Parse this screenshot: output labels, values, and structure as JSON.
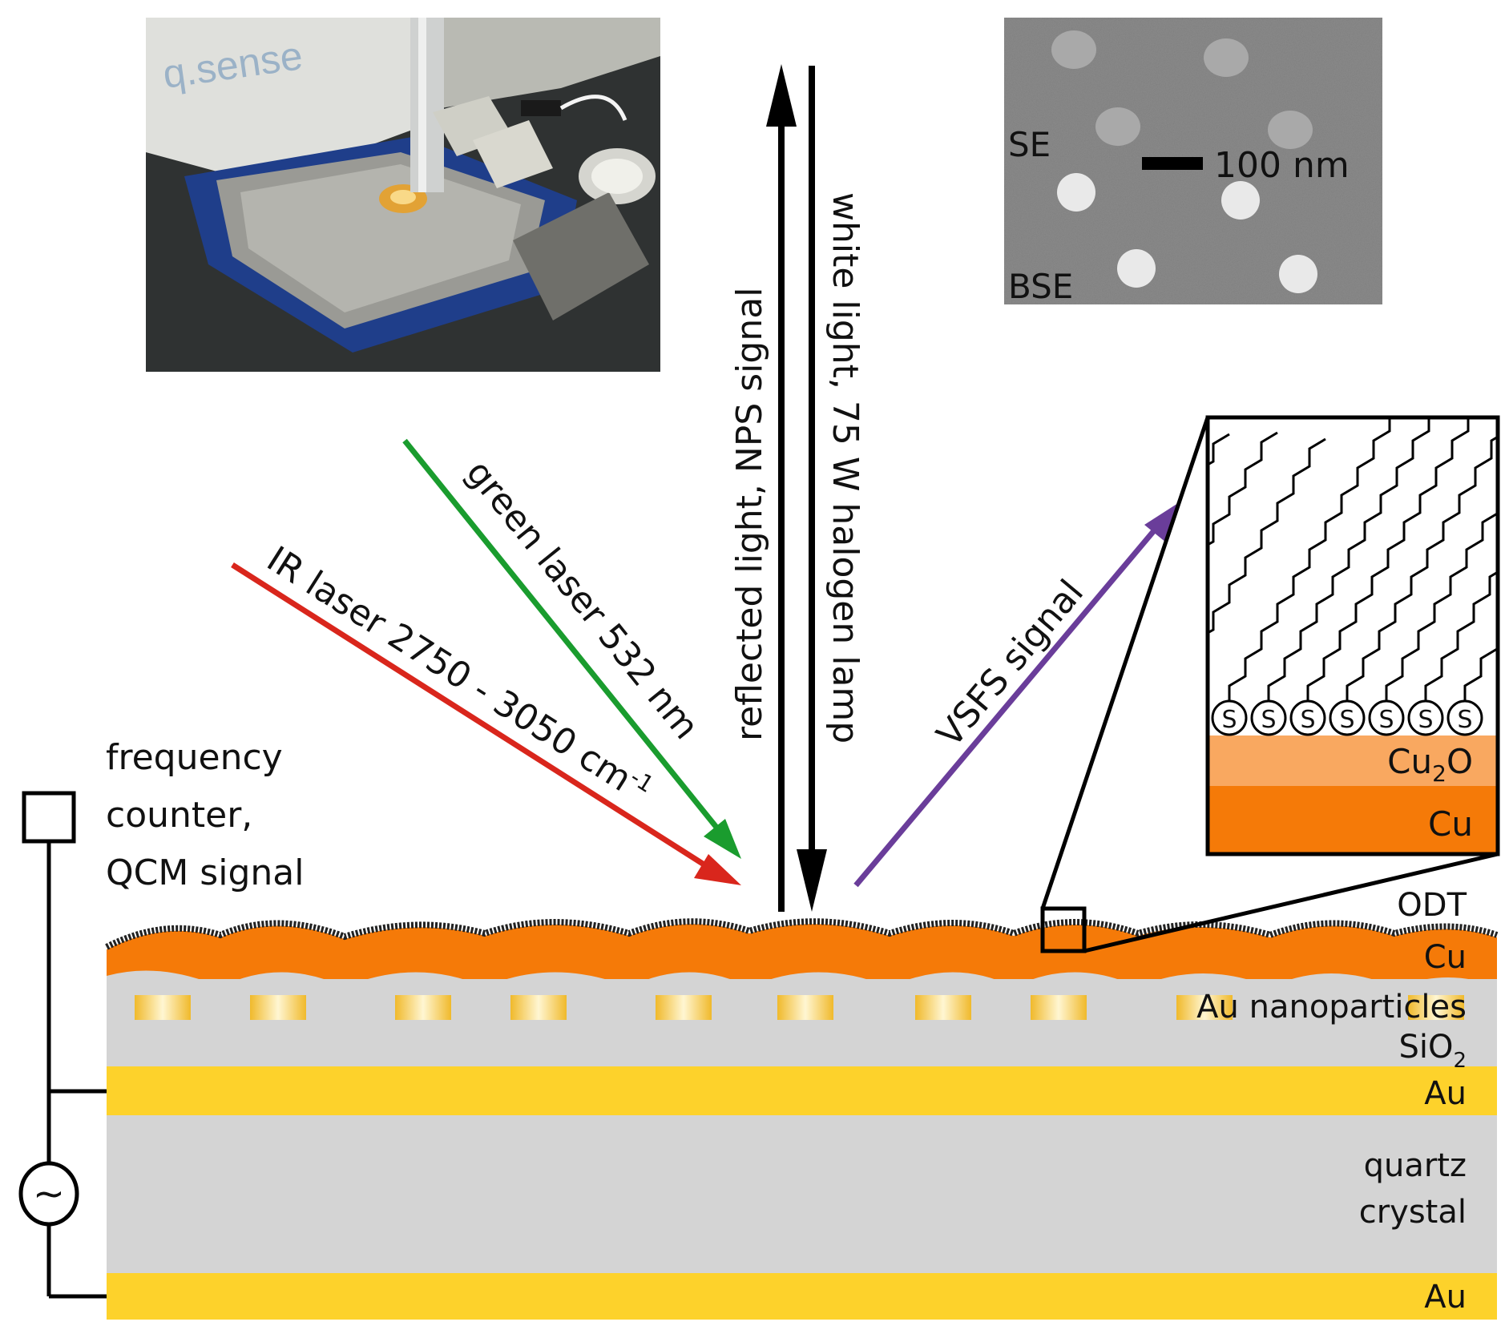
{
  "photo": {
    "brand_text": "q.sense"
  },
  "sem_inset": {
    "label_top": "SE",
    "label_bottom": "BSE",
    "scale_bar_label": "100 nm"
  },
  "beams": {
    "ir_laser": {
      "label": "IR laser 2750 - 3050 cm",
      "superscript": "-1",
      "color": "#d9261c"
    },
    "green_laser": {
      "label": "green laser 532 nm",
      "color": "#1a9c2e"
    },
    "reflected": {
      "label": "reflected light, NPS signal",
      "color": "#000000"
    },
    "white_light": {
      "label": "white light, 75 W halogen lamp",
      "color": "#000000"
    },
    "vsfs": {
      "label": "VSFS signal",
      "color": "#6a3d9a"
    }
  },
  "circuit": {
    "label_lines": [
      "frequency",
      "counter,",
      "QCM signal"
    ],
    "oscillator_symbol": "~"
  },
  "layers": {
    "odt": "ODT",
    "cu": "Cu",
    "au_nanoparticles": "Au nanoparticles",
    "sio2_main": "SiO",
    "sio2_sub": "2",
    "au_top": "Au",
    "quartz_lines": [
      "quartz",
      "crystal"
    ],
    "au_bottom": "Au"
  },
  "zoom_inset": {
    "thiol_symbol": "S",
    "cu2o_main": "Cu",
    "cu2o_sub": "2",
    "cu2o_tail": "O",
    "cu": "Cu"
  },
  "colors": {
    "gold": "#fdd22b",
    "copper": "#f57a08",
    "copper_oxide": "#f9a860",
    "silica": "#d4d4d4"
  }
}
